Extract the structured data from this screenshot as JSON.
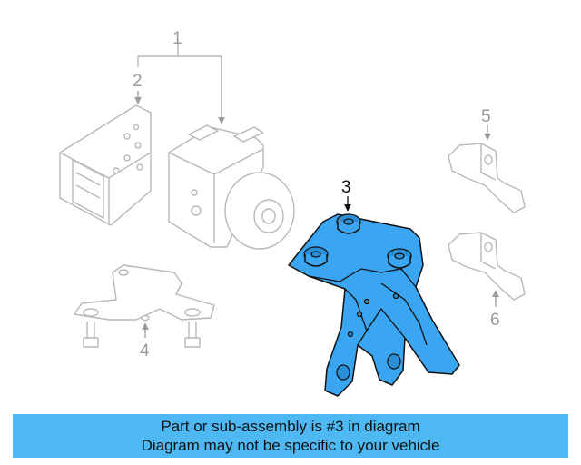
{
  "callouts": {
    "c1": "1",
    "c2": "2",
    "c3": "3",
    "c4": "4",
    "c5": "5",
    "c6": "6"
  },
  "banner": {
    "line1": "Part or sub-assembly is #3 in diagram",
    "line2": "Diagram may not be specific to your vehicle"
  },
  "colors": {
    "highlight": "#3aa6f2",
    "banner": "#4db8f2",
    "ghost": "#b8b8b8"
  }
}
